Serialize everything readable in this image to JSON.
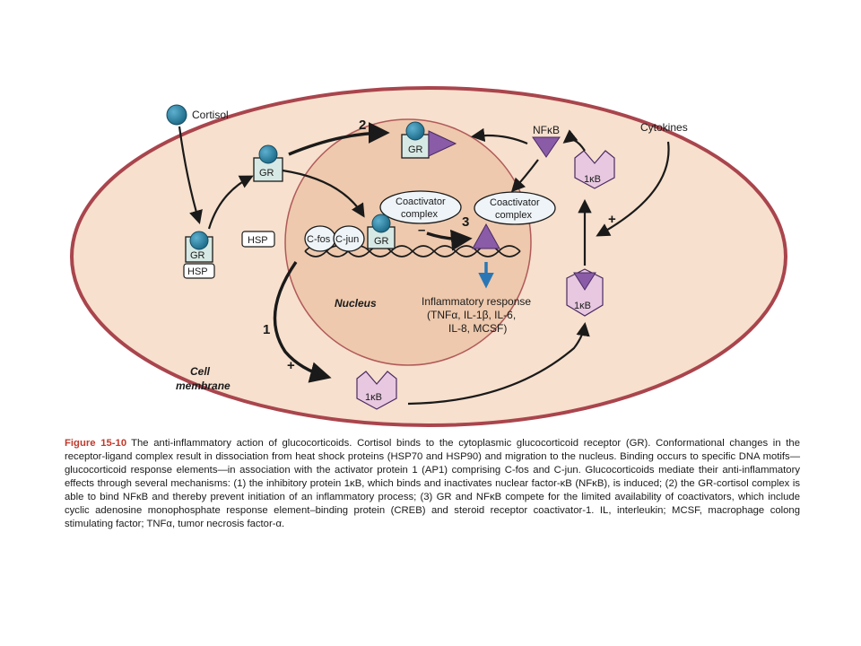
{
  "diagram": {
    "labels": {
      "cortisol": "Cortisol",
      "cytokines": "Cytokines",
      "nfkb": "NFκB",
      "gr": "GR",
      "hsp": "HSP",
      "cfos": "C-fos",
      "cjun": "C-jun",
      "coactivator": "Coactivator",
      "complex": "complex",
      "ikb": "1κB",
      "nucleus": "Nucleus",
      "cell": "Cell",
      "membrane": "membrane",
      "response_line1": "Inflammatory response",
      "response_line2": "(TNFα, IL-1β, IL-6,",
      "response_line3": "IL-8, MCSF)",
      "num1": "1",
      "num2": "2",
      "num3": "3",
      "plus": "+",
      "minus": "–"
    },
    "colors": {
      "cell_fill": "#f7e0cd",
      "cell_stroke": "#a9454d",
      "nucleus_fill": "#eec9ad",
      "cortisol_ball": "#1f6e8c",
      "gr_box": "#d7e9e4",
      "ikb_fill": "#e8c8e0",
      "triangle": "#8a5ba7",
      "response_arrow": "#2b77b5",
      "caption_heading": "#c0392b"
    }
  },
  "caption": {
    "figure_label": "Figure 15-10",
    "text": "The anti-inflammatory action of glucocorticoids. Cortisol binds to the cytoplasmic glucocorticoid receptor (GR). Conformational changes in the receptor-ligand complex result in dissociation from heat shock proteins (HSP70 and HSP90) and migration to the nucleus. Binding occurs to specific DNA motifs—glucocorticoid response elements—in association with the activator protein 1 (AP1) comprising C-fos and C-jun. Glucocorticoids mediate their anti-inflammatory effects through several mechanisms: (1) the inhibitory protein 1κB, which binds and inactivates nuclear factor-κB (NFκB), is induced; (2) the GR-cortisol complex is able to bind NFκB and thereby prevent initiation of an inflammatory process; (3) GR and NFκB compete for the limited availability of coactivators, which include cyclic adenosine monophosphate response element–binding protein (CREB) and steroid receptor coactivator-1. IL, interleukin; MCSF, macrophage colong stimulating factor; TNFα, tumor necrosis factor-α."
  }
}
